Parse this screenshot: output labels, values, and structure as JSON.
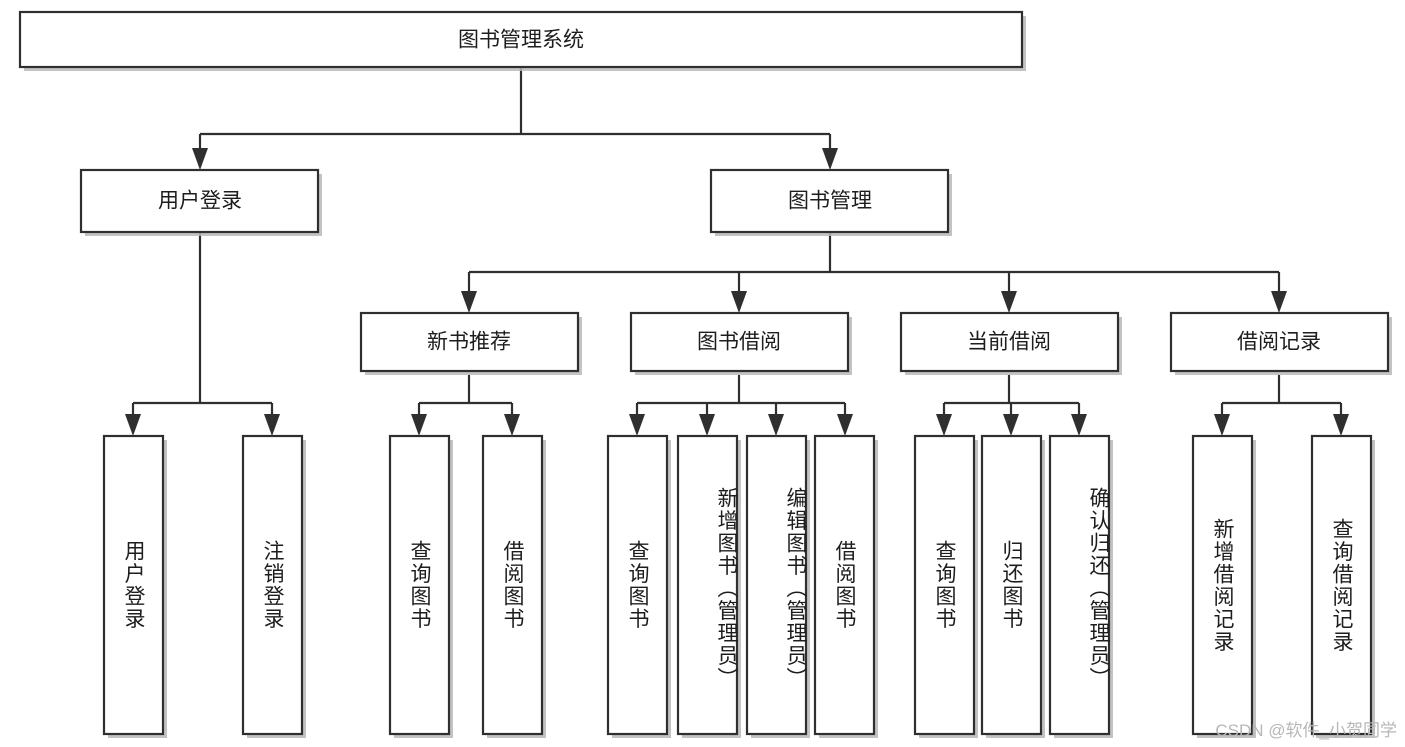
{
  "diagram": {
    "title": "图书管理系统",
    "type": "tree-hierarchy-diagram",
    "colors": {
      "box_stroke": "#2f2f2f",
      "box_fill": "#ffffff",
      "shadow": "#b9b9b9",
      "text": "#1d1d1d",
      "watermark": "#b7b7b7",
      "background": "#ffffff"
    },
    "root": {
      "label": "图书管理系统"
    },
    "level2": [
      {
        "label": "用户登录"
      },
      {
        "label": "图书管理"
      }
    ],
    "level3": [
      {
        "label": "新书推荐"
      },
      {
        "label": "图书借阅"
      },
      {
        "label": "当前借阅"
      },
      {
        "label": "借阅记录"
      }
    ],
    "leaves": {
      "user_login": [
        {
          "label": "用户登录"
        },
        {
          "label": "注销登录"
        }
      ],
      "new_book_recommend": [
        {
          "label": "查询图书"
        },
        {
          "label": "借阅图书"
        }
      ],
      "book_borrow": [
        {
          "label": "查询图书"
        },
        {
          "label": "新增图书（管理员）"
        },
        {
          "label": "编辑图书（管理员）"
        },
        {
          "label": "借阅图书"
        }
      ],
      "current_borrow": [
        {
          "label": "查询图书"
        },
        {
          "label": "归还图书"
        },
        {
          "label": "确认归还（管理员）"
        }
      ],
      "borrow_record": [
        {
          "label": "新增借阅记录"
        },
        {
          "label": "查询借阅记录"
        }
      ]
    }
  },
  "watermark": {
    "text": "CSDN @软件_小贺同学"
  }
}
